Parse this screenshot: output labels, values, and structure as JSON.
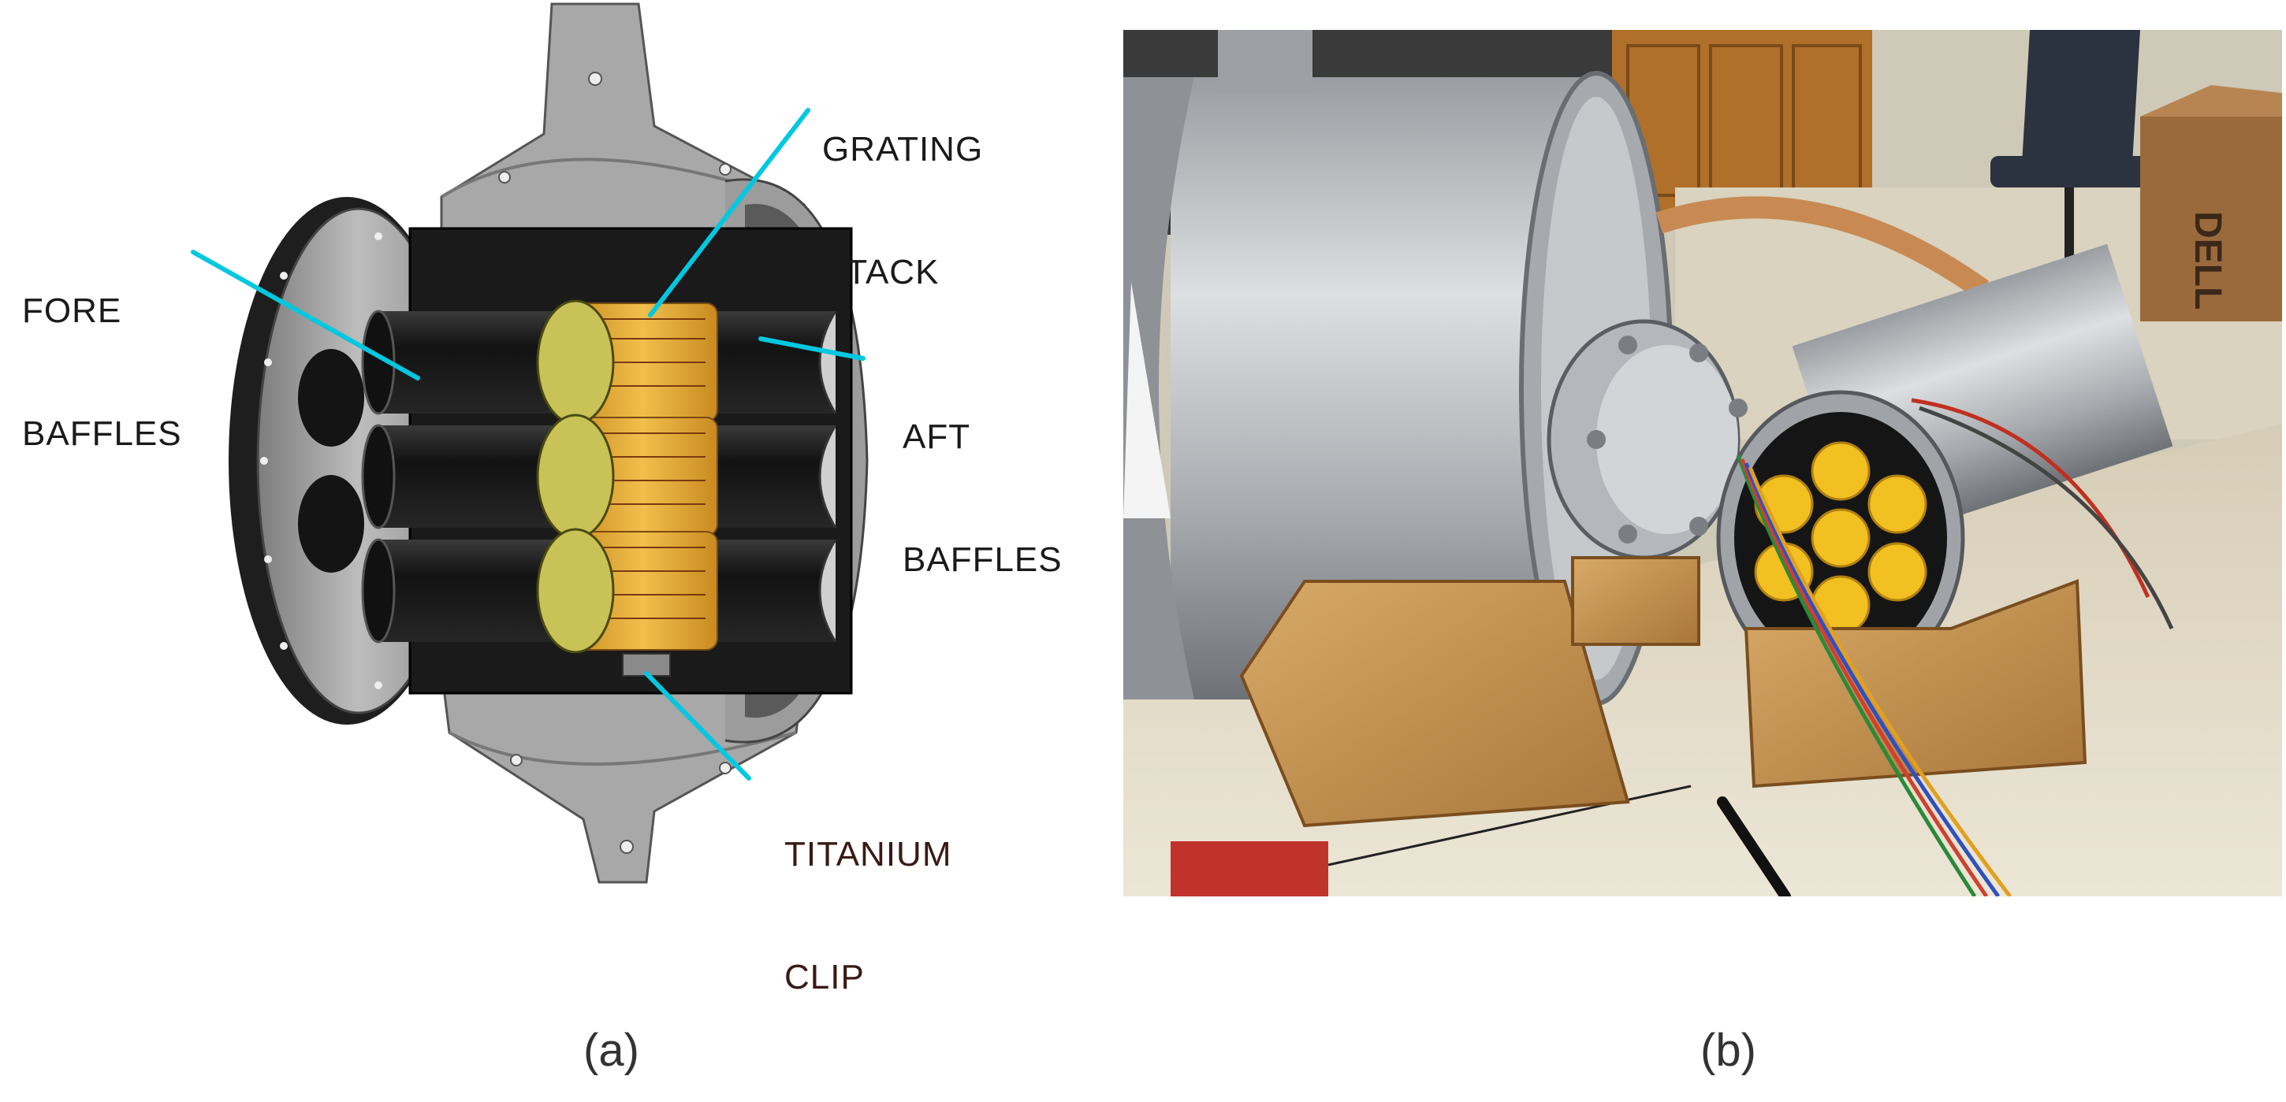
{
  "figure": {
    "panel_a": {
      "caption": "(a)",
      "labels": {
        "grating_stack": [
          "GRATING",
          "STACK"
        ],
        "fore_baffles": [
          "FORE",
          "BAFFLES"
        ],
        "aft_baffles": [
          "AFT",
          "BAFFLES"
        ],
        "titanium_clip": [
          "TITANIUM",
          "CLIP"
        ]
      },
      "colors": {
        "leader_line": "#00c8e0",
        "baffle": "#1c1c1c",
        "housing": "#a9a9a9",
        "grating": "#e8b23a",
        "grating_face": "#c8c050",
        "clip_label": "#3a1a14"
      }
    },
    "panel_b": {
      "caption": "(b)",
      "box_text": "DELL",
      "colors": {
        "aluminum": "#b8bcc0",
        "wood": "#c89a5a",
        "grating_face": "#f2c020",
        "table": "#e6e0d0"
      }
    }
  }
}
